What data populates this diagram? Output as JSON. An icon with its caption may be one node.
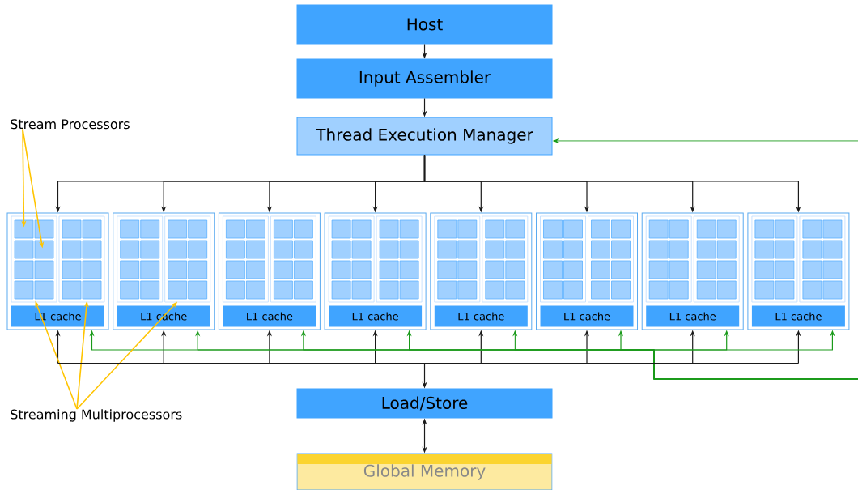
{
  "diagram": {
    "nodes": [
      {
        "text": [
          "Host"
        ]
      },
      {
        "text": [
          "Input Assembler"
        ]
      },
      {
        "text": [
          "Thread Execution Manager"
        ]
      },
      {
        "text": [],
        "shape": "box"
      },
      {
        "text": [
          "L1 cache"
        ],
        "in": 3
      },
      {
        "text": [],
        "shape": "box"
      },
      {
        "text": [
          "L1 cache"
        ],
        "in": 5
      },
      {
        "text": [],
        "shape": "box"
      },
      {
        "text": [
          "L1 cache"
        ],
        "in": 7
      },
      {
        "text": [],
        "shape": "box"
      },
      {
        "text": [
          "L1 cache"
        ],
        "in": 9
      },
      {
        "text": [],
        "shape": "box"
      },
      {
        "text": [
          "L1 cache"
        ],
        "in": 11
      },
      {
        "text": [],
        "shape": "box"
      },
      {
        "text": [
          "L1 cache"
        ],
        "in": 13
      },
      {
        "text": [],
        "shape": "box"
      },
      {
        "text": [
          "L1 cache"
        ],
        "in": 15
      },
      {
        "text": [],
        "shape": "box"
      },
      {
        "text": [
          "L1 cache"
        ],
        "in": 17
      },
      {
        "text": [
          "Load/Store"
        ]
      },
      {
        "text": [
          "Global Memory"
        ]
      },
      {
        "text": [
          "Stream Processors"
        ]
      },
      {
        "text": [
          "Streaming Multiprocessors"
        ]
      }
    ],
    "edges": [
      {
        "from": 0,
        "to": 1,
        "arrow": "to"
      },
      {
        "from": 1,
        "to": 2,
        "arrow": "to"
      },
      {
        "from": 2,
        "to": 3,
        "arrow": "to"
      },
      {
        "from": 2,
        "to": 5,
        "arrow": "to"
      },
      {
        "from": 2,
        "to": 7,
        "arrow": "to"
      },
      {
        "from": 2,
        "to": 9,
        "arrow": "to"
      },
      {
        "from": 2,
        "to": 11,
        "arrow": "to"
      },
      {
        "from": 2,
        "to": 13,
        "arrow": "to"
      },
      {
        "from": 2,
        "to": 15,
        "arrow": "to"
      },
      {
        "from": 2,
        "to": 17,
        "arrow": "to"
      },
      {
        "from": 3,
        "to": 19,
        "arrow": "both"
      },
      {
        "from": 5,
        "to": 19,
        "arrow": "both"
      },
      {
        "from": 7,
        "to": 19,
        "arrow": "both"
      },
      {
        "from": 9,
        "to": 19,
        "arrow": "both"
      },
      {
        "from": 11,
        "to": 19,
        "arrow": "both"
      },
      {
        "from": 13,
        "to": 19,
        "arrow": "both"
      },
      {
        "from": 15,
        "to": 19,
        "arrow": "both"
      },
      {
        "from": 17,
        "to": 19,
        "arrow": "both"
      },
      {
        "from": 19,
        "to": 20,
        "arrow": "both"
      },
      {
        "from": null,
        "to": 2,
        "arrow": "to",
        "color": "#1a9a1a"
      },
      {
        "from": null,
        "to": 3,
        "arrow": "to",
        "color": "#1a9a1a"
      },
      {
        "from": null,
        "to": 5,
        "arrow": "to",
        "color": "#1a9a1a"
      },
      {
        "from": null,
        "to": 7,
        "arrow": "to",
        "color": "#1a9a1a"
      },
      {
        "from": null,
        "to": 9,
        "arrow": "to",
        "color": "#1a9a1a"
      },
      {
        "from": null,
        "to": 11,
        "arrow": "to",
        "color": "#1a9a1a"
      },
      {
        "from": null,
        "to": 13,
        "arrow": "to",
        "color": "#1a9a1a"
      },
      {
        "from": null,
        "to": 15,
        "arrow": "to",
        "color": "#1a9a1a"
      },
      {
        "from": null,
        "to": 17,
        "arrow": "to",
        "color": "#1a9a1a"
      },
      {
        "from": 21,
        "to": 3,
        "arrow": "to",
        "color": "#ffc400"
      },
      {
        "from": 21,
        "to": 3,
        "arrow": "to",
        "color": "#ffc400"
      },
      {
        "from": 22,
        "to": 3,
        "arrow": "to",
        "color": "#ffc400"
      },
      {
        "from": 22,
        "to": 3,
        "arrow": "to",
        "color": "#ffc400"
      },
      {
        "from": 22,
        "to": 5,
        "arrow": "to",
        "color": "#ffc400"
      }
    ]
  }
}
